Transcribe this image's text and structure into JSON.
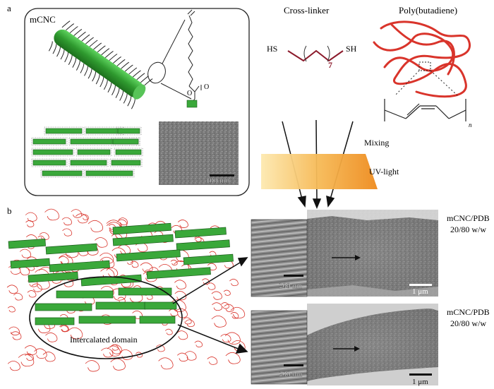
{
  "panel_a": {
    "letter": "a",
    "mcnc_label": "mCNC",
    "scale_bar": "100 nm",
    "crosslinker": {
      "title": "Cross-linker",
      "left_group": "HS",
      "right_group": "SH",
      "repeat": "7"
    },
    "polymer": {
      "title": "Poly(butadiene)",
      "subscript": "n"
    },
    "mixing_label": "Mixing",
    "uv_label": "UV-light"
  },
  "panel_b": {
    "letter": "b",
    "domain_label": "Intercalated domain",
    "top": {
      "sample": "mCNC/PDB",
      "ratio": "20/80 w/w",
      "inset_scale": "200 nm",
      "main_scale": "1 μm"
    },
    "bottom": {
      "sample": "mCNC/PDB",
      "ratio": "20/80 w/w",
      "inset_scale": "200 nm",
      "main_scale": "1 μm"
    }
  },
  "colors": {
    "cnc_green": "#3aa83a",
    "polymer_red": "#d9342b",
    "crosslinker": "#8b1a2b",
    "uv_orange": "#f0a030"
  }
}
